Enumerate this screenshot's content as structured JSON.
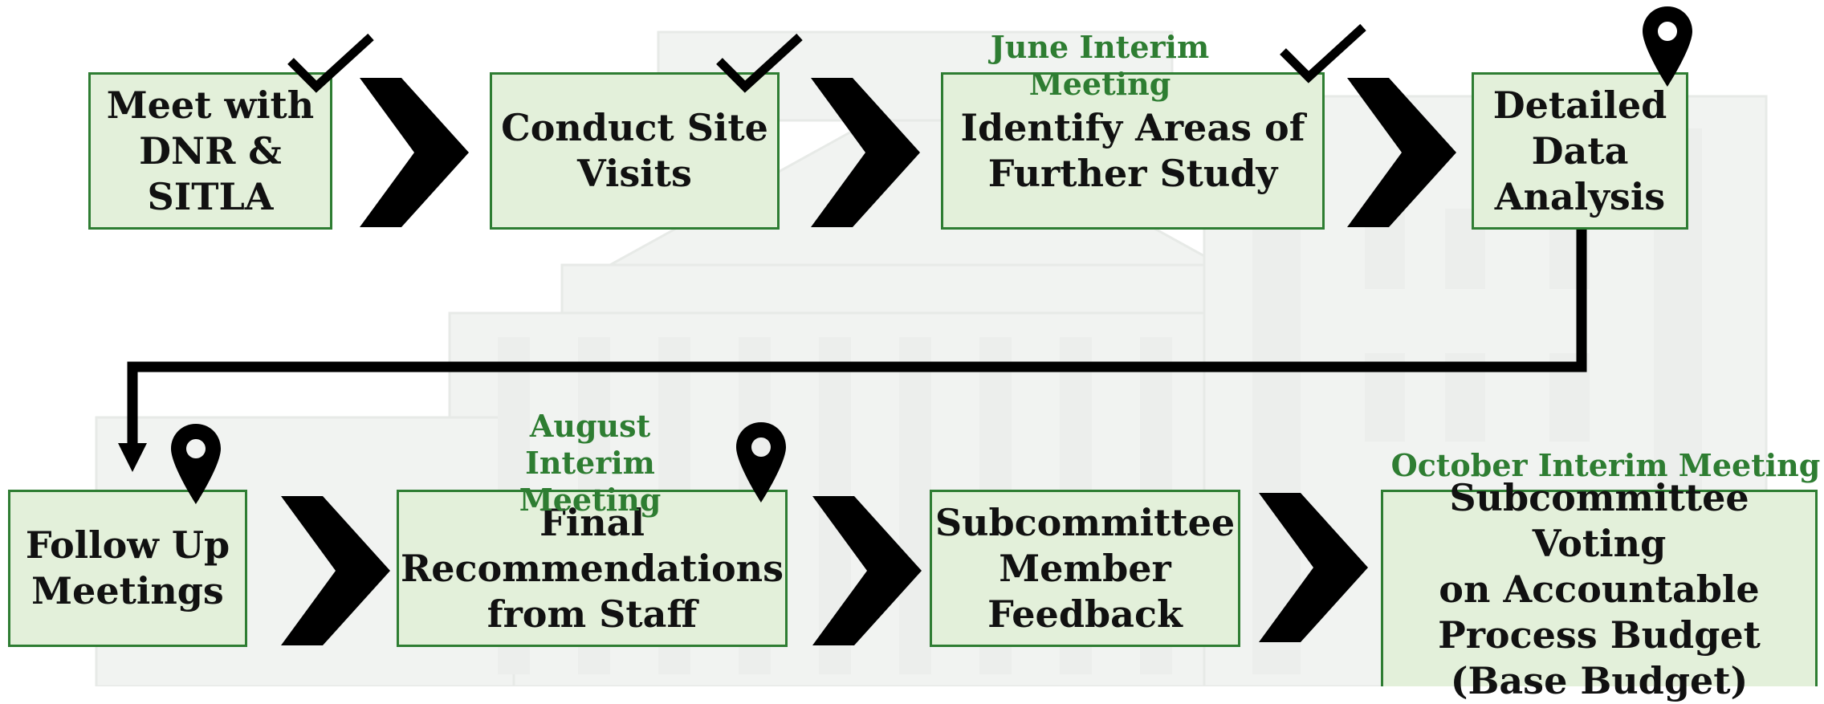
{
  "steps": [
    {
      "id": "meet-dnr-sitla",
      "label": "Meet with\nDNR &\nSITLA",
      "status": "complete"
    },
    {
      "id": "site-visits",
      "label": "Conduct Site\nVisits",
      "status": "complete"
    },
    {
      "id": "identify-areas",
      "label": "Identify Areas of\nFurther Study",
      "status": "complete"
    },
    {
      "id": "data-analysis",
      "label": "Detailed\nData\nAnalysis",
      "status": "current"
    },
    {
      "id": "follow-up",
      "label": "Follow Up\nMeetings",
      "status": "upcoming"
    },
    {
      "id": "final-recommendations",
      "label": "Final\nRecommendations\nfrom Staff",
      "status": "upcoming"
    },
    {
      "id": "member-feedback",
      "label": "Subcommittee\nMember\nFeedback",
      "status": "upcoming"
    },
    {
      "id": "voting",
      "label": "Subcommittee Voting\non Accountable\nProcess Budget\n(Base Budget)",
      "status": "upcoming"
    }
  ],
  "meetings": {
    "june": "June Interim Meeting",
    "august": "August\nInterim Meeting",
    "october": "October Interim Meeting"
  },
  "icons": [
    "checkmark-icon",
    "map-pin-icon",
    "chevron-right-icon"
  ],
  "colors": {
    "box_fill": "#e3f0da",
    "box_border": "#2e7d32",
    "meeting_text": "#2e7d32",
    "arrows": "#000000"
  }
}
